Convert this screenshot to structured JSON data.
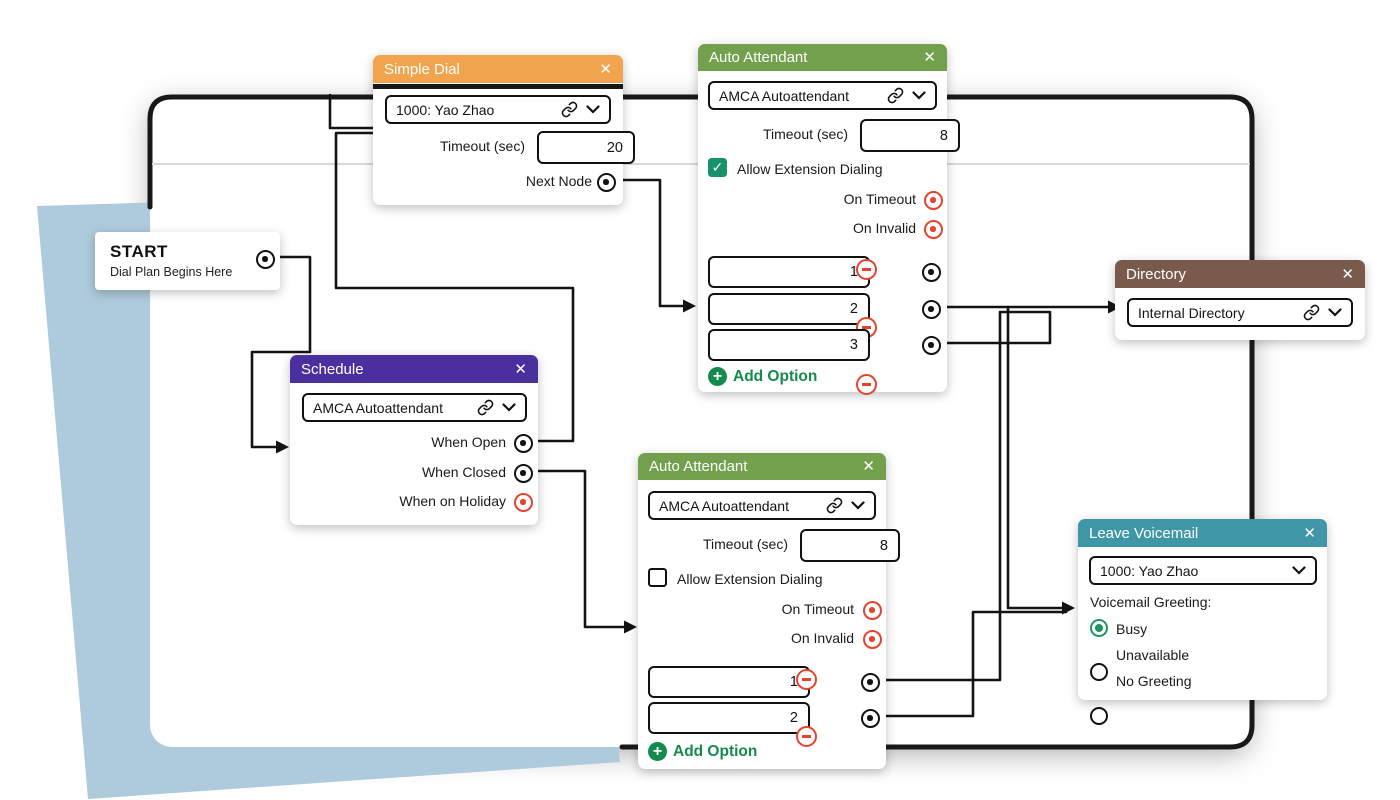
{
  "ui": {
    "close_glyph": "✕",
    "check_glyph": "✓",
    "plus_glyph": "+"
  },
  "colors": {
    "simple_dial_header": "#F1A44D",
    "auto_attendant_header": "#73A04C",
    "schedule_header": "#4C2F9F",
    "directory_header": "#795A4C",
    "leave_voicemail_header": "#3F96A7",
    "wire": "#131313",
    "port_red": "#E5432E",
    "checkbox_green": "#17926B",
    "add_option_green": "#148A4C",
    "radio_green": "#1E9460",
    "backdrop_blue": "#ADCBDC"
  },
  "nodes": {
    "start": {
      "title": "START",
      "subtitle": "Dial Plan Begins Here"
    },
    "simple_dial": {
      "title": "Simple Dial",
      "select_value": "1000: Yao Zhao",
      "timeout_label": "Timeout (sec)",
      "timeout_value": "20",
      "next_node_label": "Next Node"
    },
    "auto_attendant_1": {
      "title": "Auto Attendant",
      "select_value": "AMCA Autoattendant",
      "timeout_label": "Timeout (sec)",
      "timeout_value": "8",
      "allow_ext_label": "Allow Extension Dialing",
      "allow_ext_checked": true,
      "on_timeout_label": "On Timeout",
      "on_invalid_label": "On Invalid",
      "options": [
        "1",
        "2",
        "3"
      ],
      "add_option_label": "Add Option"
    },
    "schedule": {
      "title": "Schedule",
      "select_value": "AMCA Autoattendant",
      "when_open_label": "When Open",
      "when_closed_label": "When Closed",
      "when_holiday_label": "When on Holiday"
    },
    "directory": {
      "title": "Directory",
      "select_value": "Internal Directory"
    },
    "auto_attendant_2": {
      "title": "Auto Attendant",
      "select_value": "AMCA Autoattendant",
      "timeout_label": "Timeout (sec)",
      "timeout_value": "8",
      "allow_ext_label": "Allow Extension Dialing",
      "allow_ext_checked": false,
      "on_timeout_label": "On Timeout",
      "on_invalid_label": "On Invalid",
      "options": [
        "1",
        "2"
      ],
      "add_option_label": "Add Option"
    },
    "leave_voicemail": {
      "title": "Leave Voicemail",
      "select_value": "1000: Yao Zhao",
      "greeting_label": "Voicemail Greeting:",
      "greetings": [
        {
          "label": "Busy",
          "selected": true
        },
        {
          "label": "Unavailable",
          "selected": false
        },
        {
          "label": "No Greeting",
          "selected": false
        }
      ]
    }
  }
}
